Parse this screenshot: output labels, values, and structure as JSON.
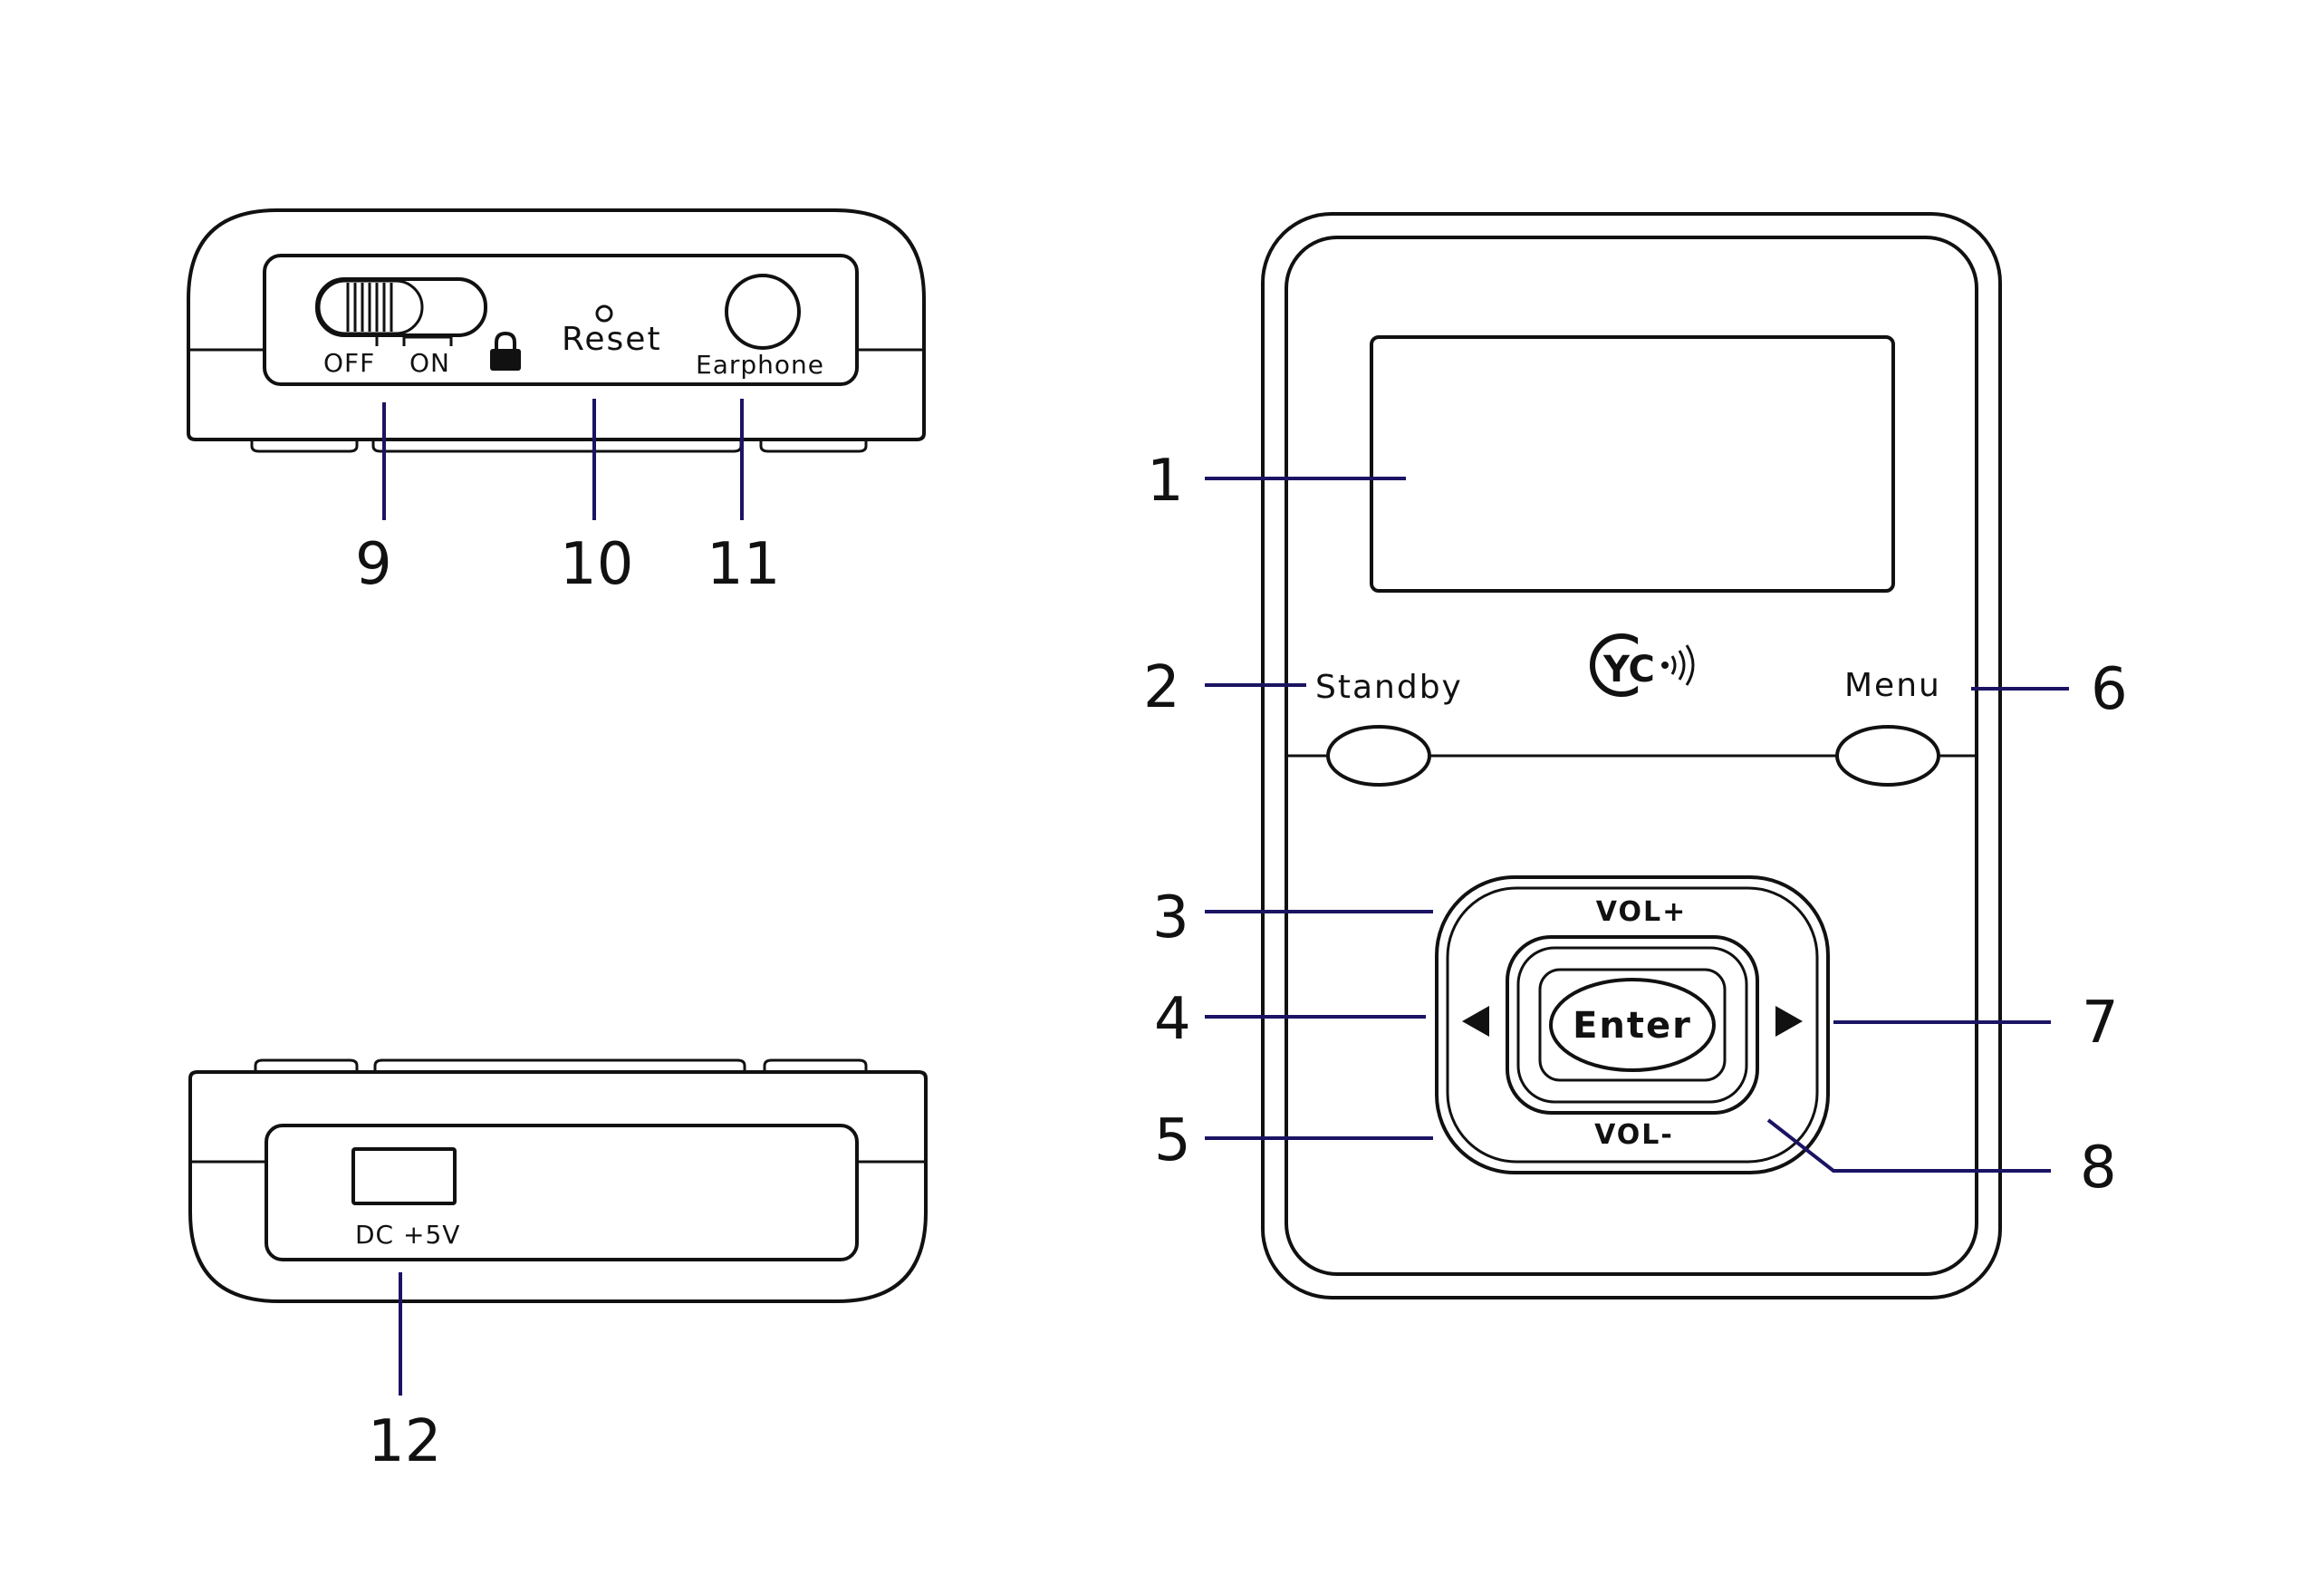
{
  "switch": {
    "off": "OFF",
    "on": "ON"
  },
  "top_view": {
    "reset": "Reset",
    "earphone": "Earphone"
  },
  "bottom_view": {
    "dc": "DC +5V"
  },
  "front": {
    "standby": "Standby",
    "menu": "Menu",
    "vol_up": "VOL+",
    "vol_down": "VOL-",
    "enter": "Enter",
    "logo_letters": "YC"
  },
  "callouts": {
    "c1": "1",
    "c2": "2",
    "c3": "3",
    "c4": "4",
    "c5": "5",
    "c6": "6",
    "c7": "7",
    "c8": "8",
    "c9": "9",
    "c10": "10",
    "c11": "11",
    "c12": "12"
  },
  "colors": {
    "ink": "#111111",
    "leader": "#1b1464",
    "background": "#ffffff"
  },
  "icons": [
    "lock-icon",
    "left-arrow-icon",
    "right-arrow-icon",
    "logo-icon"
  ]
}
